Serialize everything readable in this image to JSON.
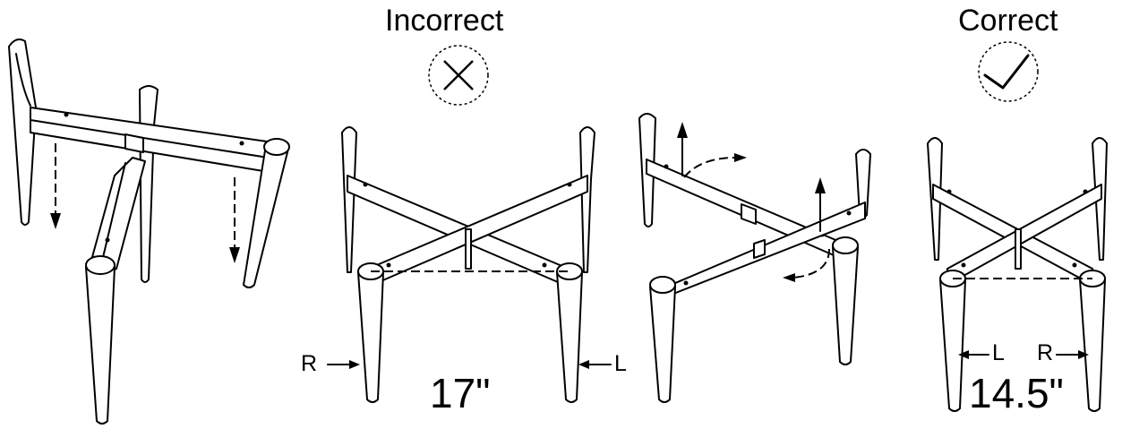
{
  "labels": {
    "incorrect": "Incorrect",
    "correct": "Correct",
    "incorrect_distance": "17\"",
    "correct_distance": "14.5\"",
    "left": "L",
    "right": "R"
  },
  "icons": {
    "incorrect": "x-mark-icon",
    "correct": "check-mark-icon"
  }
}
